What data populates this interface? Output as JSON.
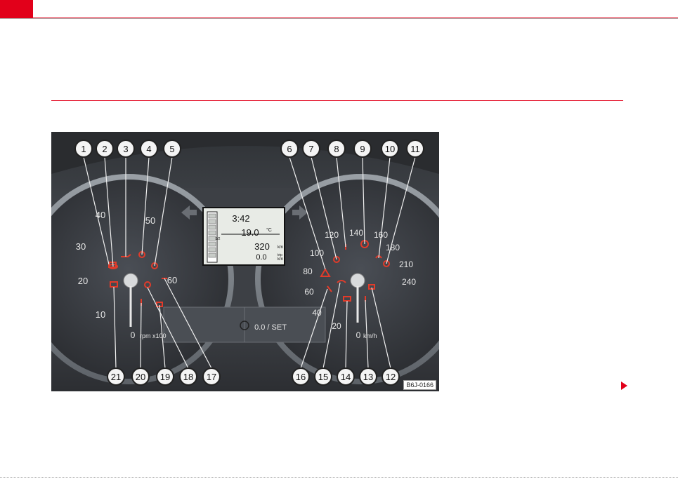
{
  "colors": {
    "accent": "#e2001a",
    "dial": "#3a3d42",
    "warn": "#e23b2a"
  },
  "figure": {
    "code": "B6J-0166",
    "callouts_top": [
      "1",
      "2",
      "3",
      "4",
      "5",
      "6",
      "7",
      "8",
      "9",
      "10",
      "11"
    ],
    "callouts_bottom": [
      "21",
      "20",
      "19",
      "18",
      "17",
      "16",
      "15",
      "14",
      "13",
      "12"
    ],
    "tacho": {
      "ticks": [
        "10",
        "20",
        "30",
        "40",
        "50",
        "60"
      ],
      "zero": "0",
      "unit": "rpm x100"
    },
    "speedo": {
      "ticks": [
        "20",
        "40",
        "60",
        "80",
        "100",
        "120",
        "140",
        "160",
        "180",
        "210",
        "240"
      ],
      "zero": "0",
      "unit": "km/h"
    },
    "display": {
      "time": "3:42",
      "temp": "19.0",
      "temp_unit": "°C",
      "odo": "320",
      "odo_unit": "km",
      "trip": "0.0",
      "trip_unit1": "trip",
      "trip_unit2": "km",
      "half_label": "1/2"
    },
    "button_label": "0.0 / SET"
  }
}
